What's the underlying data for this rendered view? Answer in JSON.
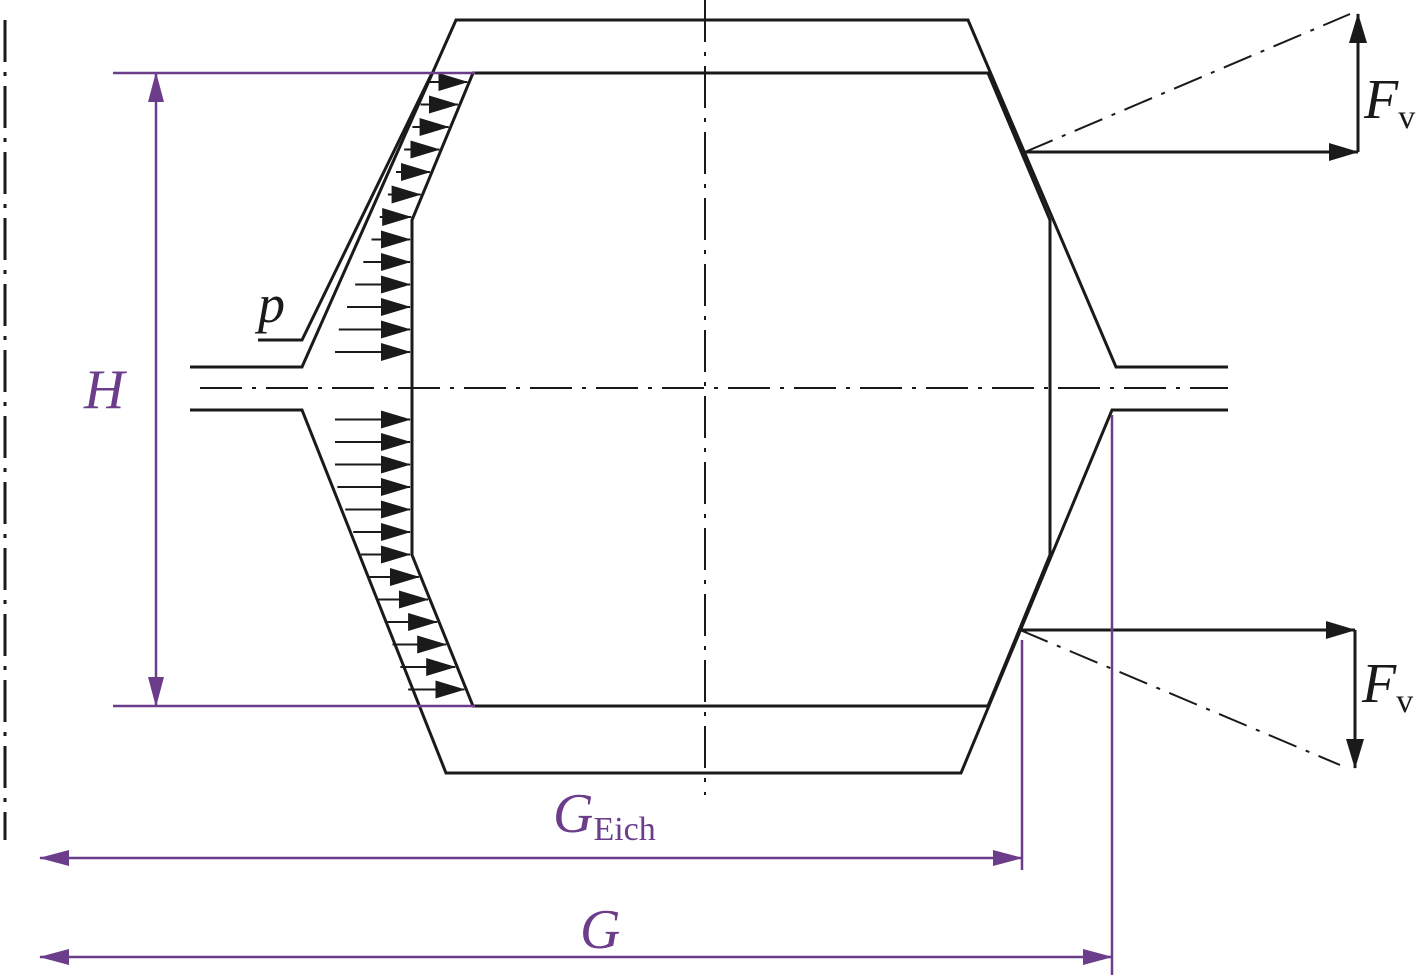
{
  "colors": {
    "ink": "#1a1a1a",
    "dimension": "#6b3d8a"
  },
  "labels": {
    "height": "H",
    "pressure": "p",
    "force_top": {
      "main": "F",
      "sub": "v"
    },
    "force_bottom": {
      "main": "F",
      "sub": "v"
    },
    "calibration_width": {
      "main": "G",
      "sub": "Eich"
    },
    "width": "G"
  }
}
